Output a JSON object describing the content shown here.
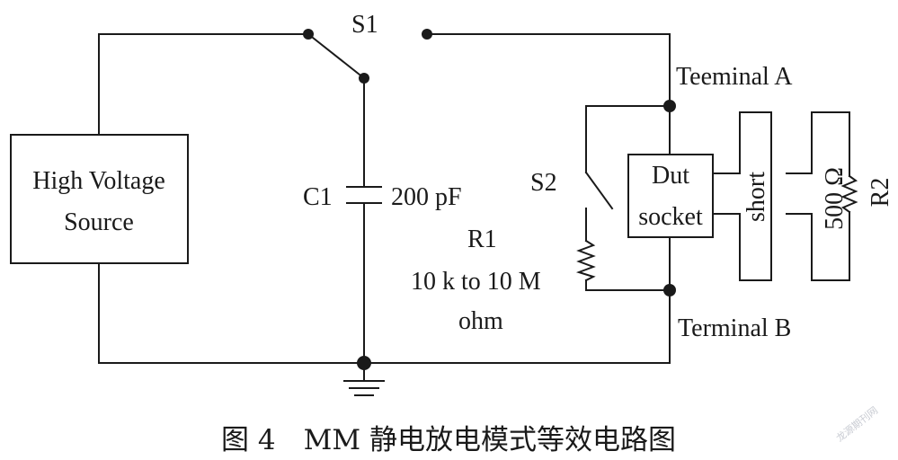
{
  "labels": {
    "s1": "S1",
    "s2": "S2",
    "source_line1": "High Voltage",
    "source_line2": "Source",
    "c1": "C1",
    "c1_value": "200 pF",
    "r1": "R1",
    "r1_value": "10 k to 10 M",
    "r1_unit": "ohm",
    "terminal_a": "Teeminal A",
    "terminal_b": "Terminal B",
    "dut_line1": "Dut",
    "dut_line2": "socket",
    "short": "short",
    "r2": "R2",
    "r2_value": "500 Ω"
  },
  "caption": "图 4　MM 静电放电模式等效电路图",
  "watermark": "龙源期刊网"
}
